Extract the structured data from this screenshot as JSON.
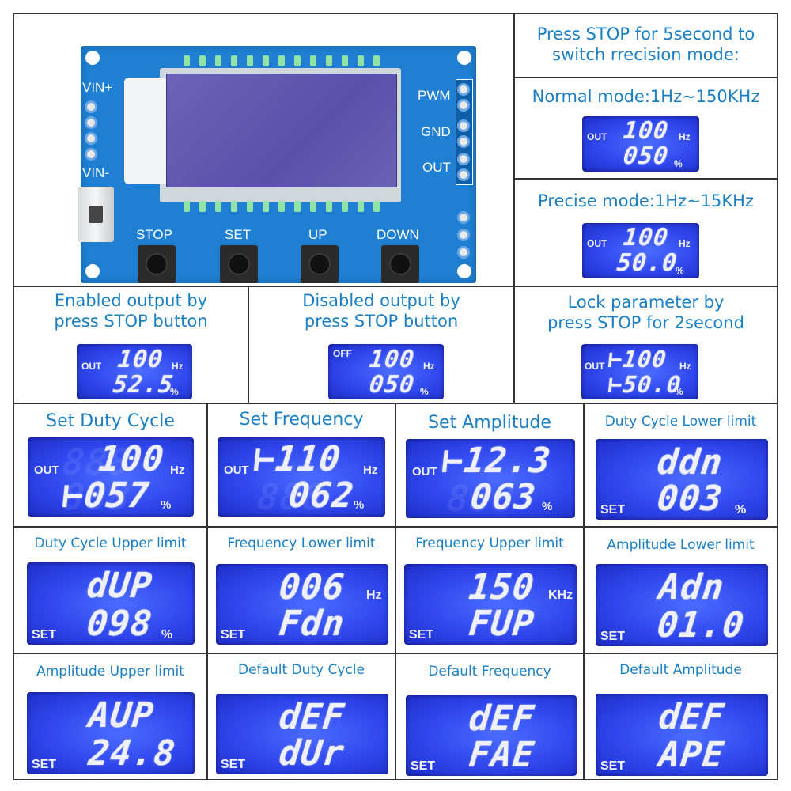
{
  "board": {
    "labels": {
      "vin_plus": "VIN+",
      "vin_minus": "VIN-",
      "pwm": "PWM",
      "gnd": "GND",
      "out": "OUT",
      "stop": "STOP",
      "set": "SET",
      "up": "UP",
      "down": "DOWN"
    }
  },
  "info": {
    "title": "Press STOP for 5second to\nswitch rrecision mode:",
    "normal": {
      "caption": "Normal mode:1Hz~150KHz",
      "out": "OUT",
      "top": "100",
      "unit": "Hz",
      "bottom": "050",
      "pct": "%"
    },
    "precise": {
      "caption": "Precise mode:1Hz~15KHz",
      "out": "OUT",
      "top": "100",
      "unit": "Hz",
      "bottom": "50.0",
      "pct": "%"
    }
  },
  "row2": [
    {
      "caption": "Enabled output by\npress STOP button",
      "label": "OUT",
      "top": "100",
      "unit": "Hz",
      "bottom": "52.5",
      "pct": "%"
    },
    {
      "caption": "Disabled output by\npress STOP button",
      "label": "OFF",
      "top": "100",
      "unit": "Hz",
      "bottom": "050",
      "pct": "%"
    },
    {
      "caption": "Lock parameter by\npress STOP for 2second",
      "label": "OUT",
      "top": "⊢100",
      "unit": "Hz",
      "bottom": "⊢50.0",
      "pct": "%"
    }
  ],
  "grid": [
    {
      "caption": "Set Duty Cycle",
      "label": "OUT",
      "top": "100",
      "unit": "Hz",
      "bottom": "⊢057",
      "pct": "%"
    },
    {
      "caption": "Set Frequency",
      "label": "OUT",
      "top": "⊢110",
      "unit": "Hz",
      "bottom": "062",
      "pct": "%"
    },
    {
      "caption": "Set Amplitude",
      "label": "OUT",
      "top": "⊢12.3",
      "unit": "",
      "bottom": "063",
      "pct": "%"
    },
    {
      "caption": "Duty Cycle Lower limit",
      "label": "SET",
      "top": "ddn",
      "unit": "",
      "bottom": "003",
      "pct": "%"
    },
    {
      "caption": "Duty Cycle Upper limit",
      "label": "SET",
      "top": "dUP",
      "unit": "",
      "bottom": "098",
      "pct": "%"
    },
    {
      "caption": "Frequency Lower limit",
      "label": "SET",
      "top": "006",
      "unit": "Hz",
      "bottom": "Fdn",
      "pct": ""
    },
    {
      "caption": "Frequency Upper limit",
      "label": "SET",
      "top": "150",
      "unit": "KHz",
      "bottom": "FUP",
      "pct": ""
    },
    {
      "caption": "Amplitude Lower limit",
      "label": "SET",
      "top": "Adn",
      "unit": "",
      "bottom": "01.0",
      "pct": ""
    },
    {
      "caption": "Amplitude Upper limit",
      "label": "SET",
      "top": "AUP",
      "unit": "",
      "bottom": "24.8",
      "pct": ""
    },
    {
      "caption": "Default Duty Cycle",
      "label": "SET",
      "top": "dEF",
      "unit": "",
      "bottom": "dUr",
      "pct": ""
    },
    {
      "caption": "Default Frequency",
      "label": "SET",
      "top": "dEF",
      "unit": "",
      "bottom": "FAE",
      "pct": ""
    },
    {
      "caption": "Default Amplitude",
      "label": "SET",
      "top": "dEF",
      "unit": "",
      "bottom": "APE",
      "pct": ""
    }
  ]
}
